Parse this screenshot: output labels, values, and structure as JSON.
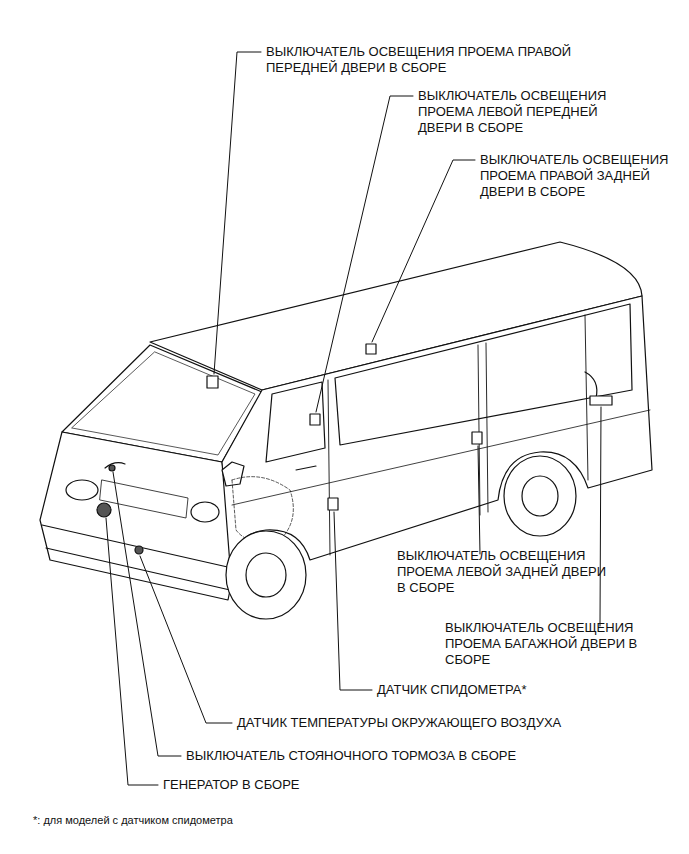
{
  "diagram": {
    "labels": [
      "ВЫКЛЮЧАТЕЛЬ ОСВЕЩЕНИЯ ПРОЕМА ПРАВОЙ ПЕРЕДНЕЙ ДВЕРИ В СБОРЕ",
      "ВЫКЛЮЧАТЕЛЬ ОСВЕЩЕНИЯ ПРОЕМА ЛЕВОЙ ПЕРЕДНЕЙ ДВЕРИ В СБОРЕ",
      "ВЫКЛЮЧАТЕЛЬ ОСВЕЩЕНИЯ ПРОЕМА ПРАВОЙ ЗАДНЕЙ ДВЕРИ В СБОРЕ",
      "ВЫКЛЮЧАТЕЛЬ ОСВЕЩЕНИЯ ПРОЕМА ЛЕВОЙ ЗАДНЕЙ ДВЕРИ В СБОРЕ",
      "ВЫКЛЮЧАТЕЛЬ ОСВЕЩЕНИЯ ПРОЕМА БАГАЖНОЙ ДВЕРИ В СБОРЕ",
      "ДАТЧИК СПИДОМЕТРА*",
      "ДАТЧИК ТЕМПЕРАТУРЫ ОКРУЖАЮЩЕГО ВОЗДУХА",
      "ВЫКЛЮЧАТЕЛЬ СТОЯНОЧНОГО ТОРМОЗА В СБОРЕ",
      "ГЕНЕРАТОР В СБОРЕ",
      "*: для моделей с датчиком спидометра"
    ]
  }
}
